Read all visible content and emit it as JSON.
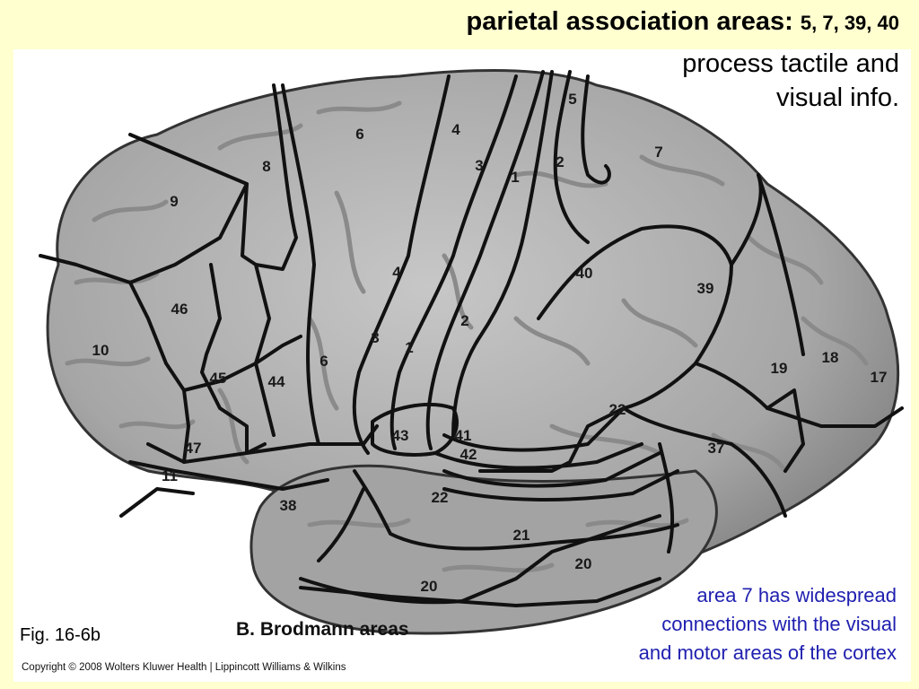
{
  "header": {
    "title": "parietal association areas:",
    "title_areas": "5, 7, 39, 40",
    "subtitle_line1": "process tactile and",
    "subtitle_line2": "visual info."
  },
  "figure": {
    "caption": "B. Brodmann areas",
    "fig_label": "Fig. 16-6b",
    "copyright": "Copyright © 2008 Wolters Kluwer Health | Lippincott Williams & Wilkins",
    "area_labels": {
      "a8": "8",
      "a9": "9",
      "a6_top": "6",
      "a4_top": "4",
      "a3_top": "3",
      "a1_top": "1",
      "a2_top": "2",
      "a5": "5",
      "a7": "7",
      "a46": "46",
      "a10": "10",
      "a45": "45",
      "a44": "44",
      "a6_low": "6",
      "a4_low": "4",
      "a3_low": "3",
      "a1_low": "1",
      "a2_low": "2",
      "a40": "40",
      "a39": "39",
      "a19": "19",
      "a18": "18",
      "a17": "17",
      "a47": "47",
      "a11": "11",
      "a43": "43",
      "a41": "41",
      "a42": "42",
      "a22_upper": "22",
      "a22_lower": "22",
      "a37": "37",
      "a38": "38",
      "a21": "21",
      "a20_right": "20",
      "a20_bottom": "20"
    }
  },
  "note": {
    "line1": "area 7 has widespread",
    "line2": "connections with the visual",
    "line3": "and motor areas of the cortex"
  },
  "colors": {
    "background": "#ffffd0",
    "note_text": "#1f1fb0",
    "brain_fill": "#a9a9a9",
    "boundary_lines": "#111111"
  }
}
